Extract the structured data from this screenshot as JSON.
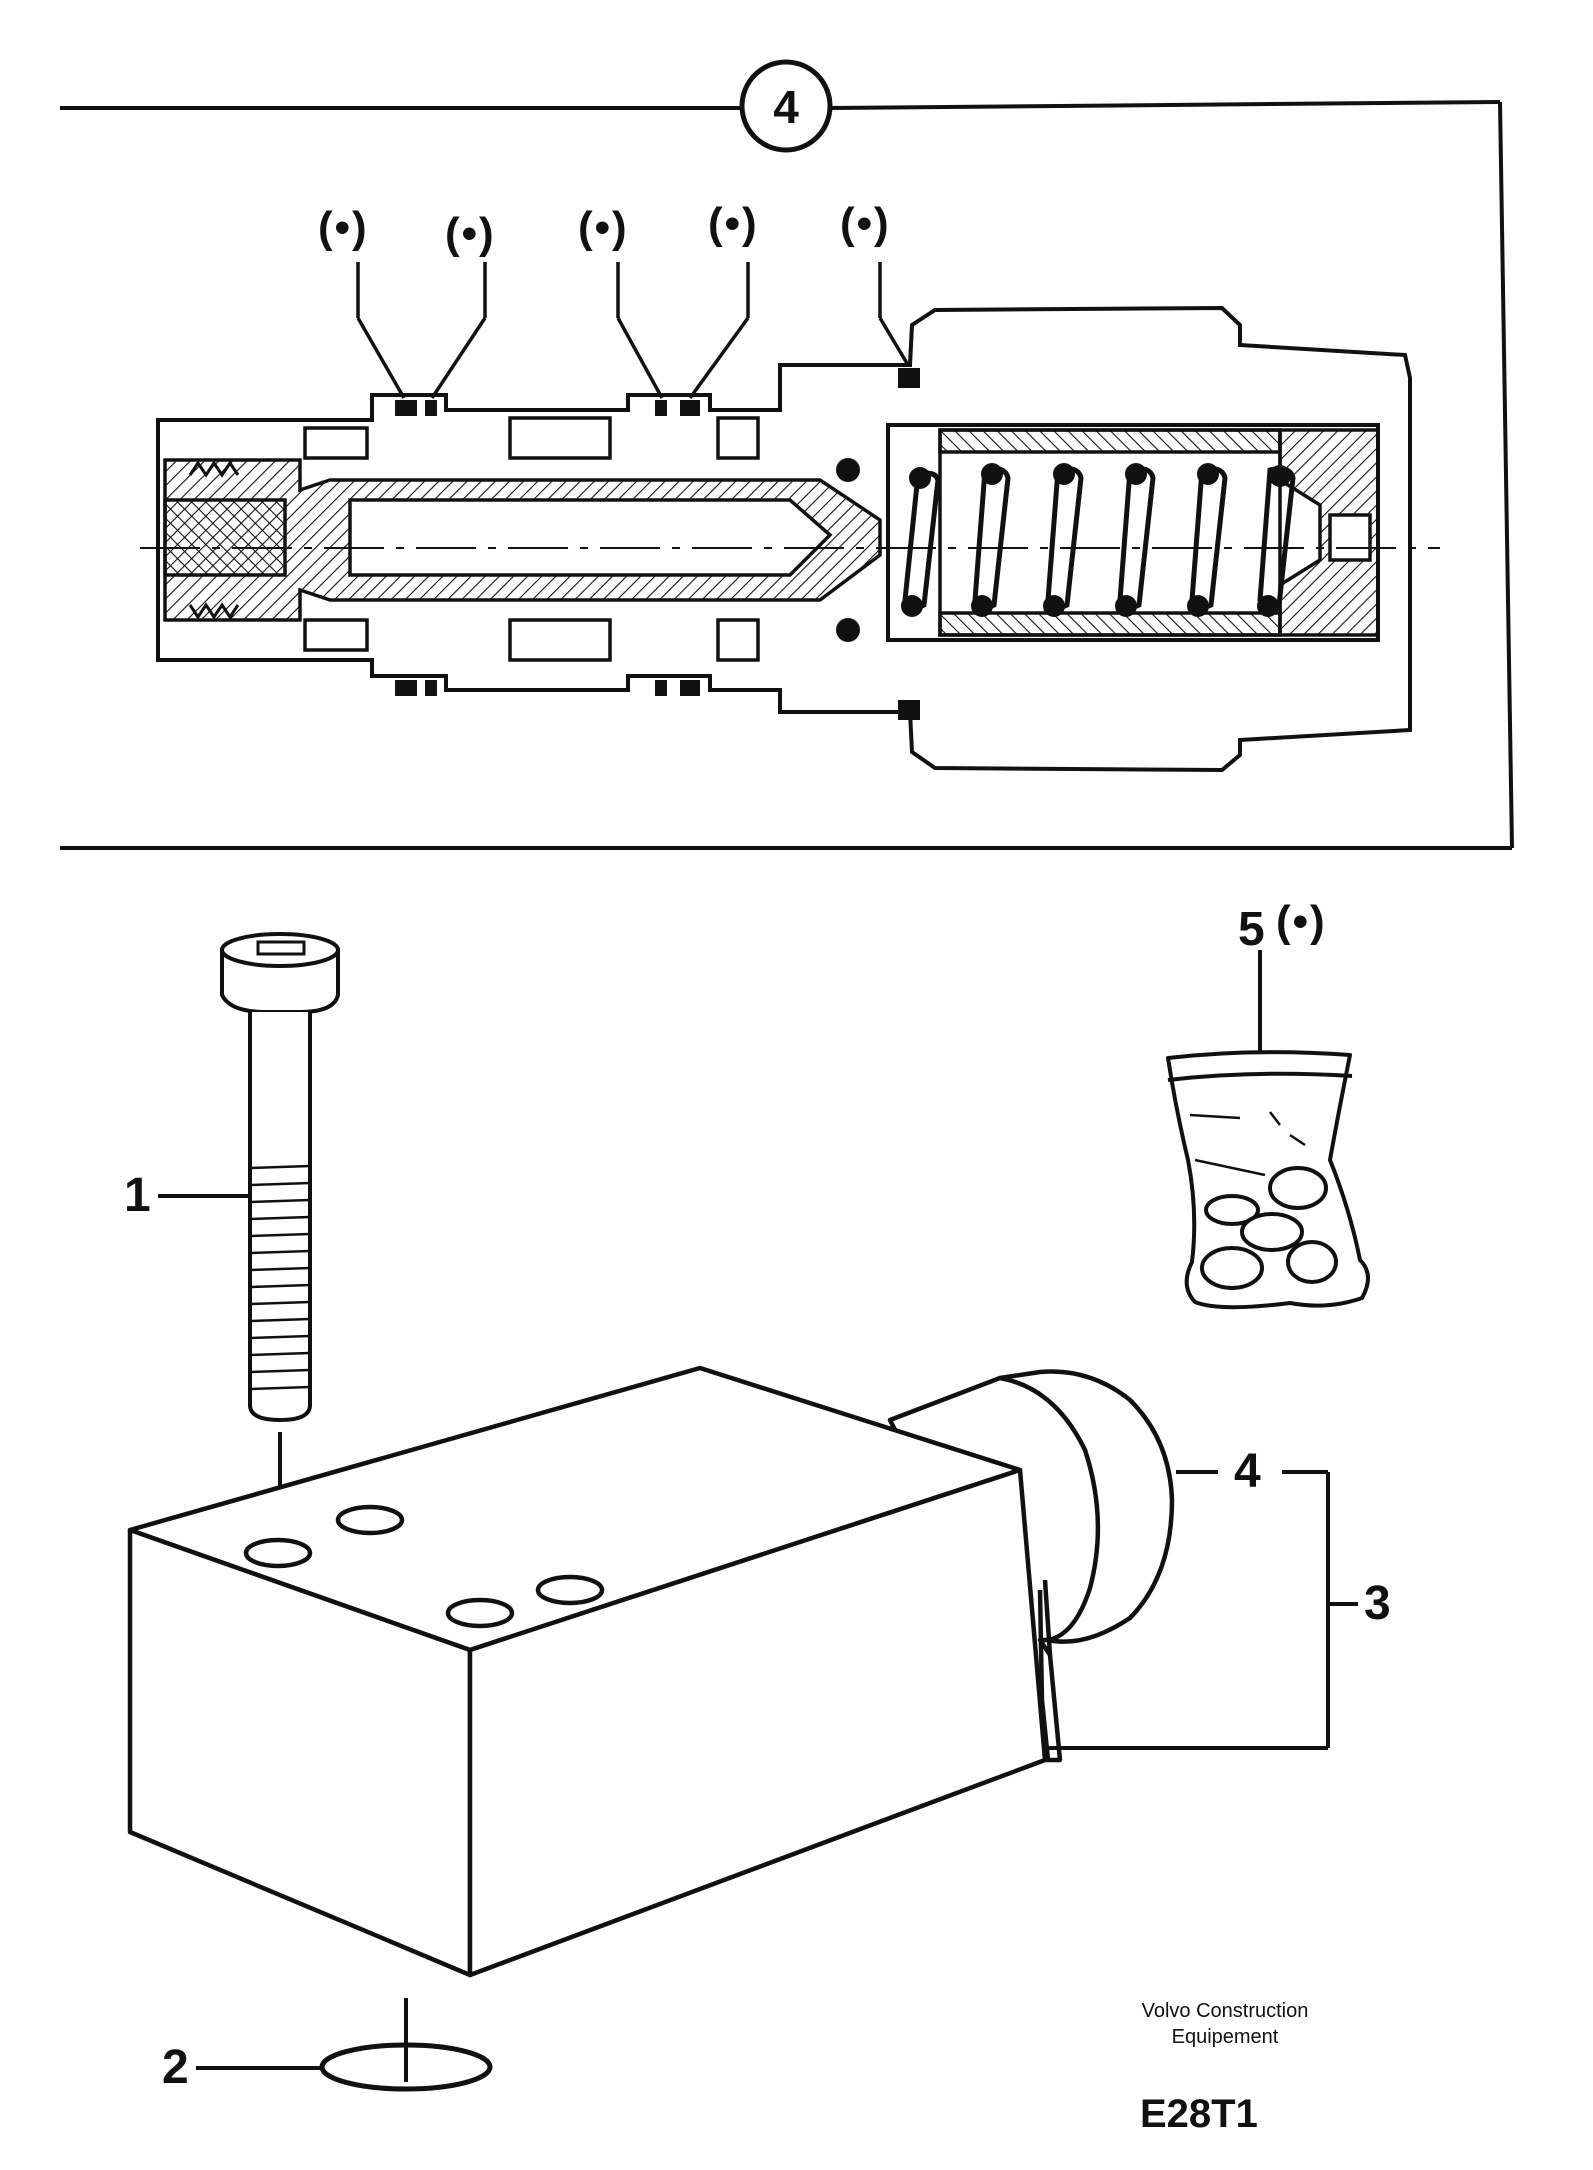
{
  "detail": {
    "number": "4"
  },
  "optional_marks": [
    "(•)",
    "(•)",
    "(•)",
    "(•)",
    "(•)"
  ],
  "callouts": {
    "screw": "1",
    "o_ring": "2",
    "valve_assembly": "3",
    "valve_cartridge": "4",
    "seal_kit_number": "5",
    "seal_kit_mark": "(•)"
  },
  "footer": {
    "maker_line1": "Volvo Construction",
    "maker_line2": "Equipement",
    "drawing_code": "E28T1"
  },
  "colors": {
    "ink": "#111111",
    "paper": "#ffffff"
  }
}
